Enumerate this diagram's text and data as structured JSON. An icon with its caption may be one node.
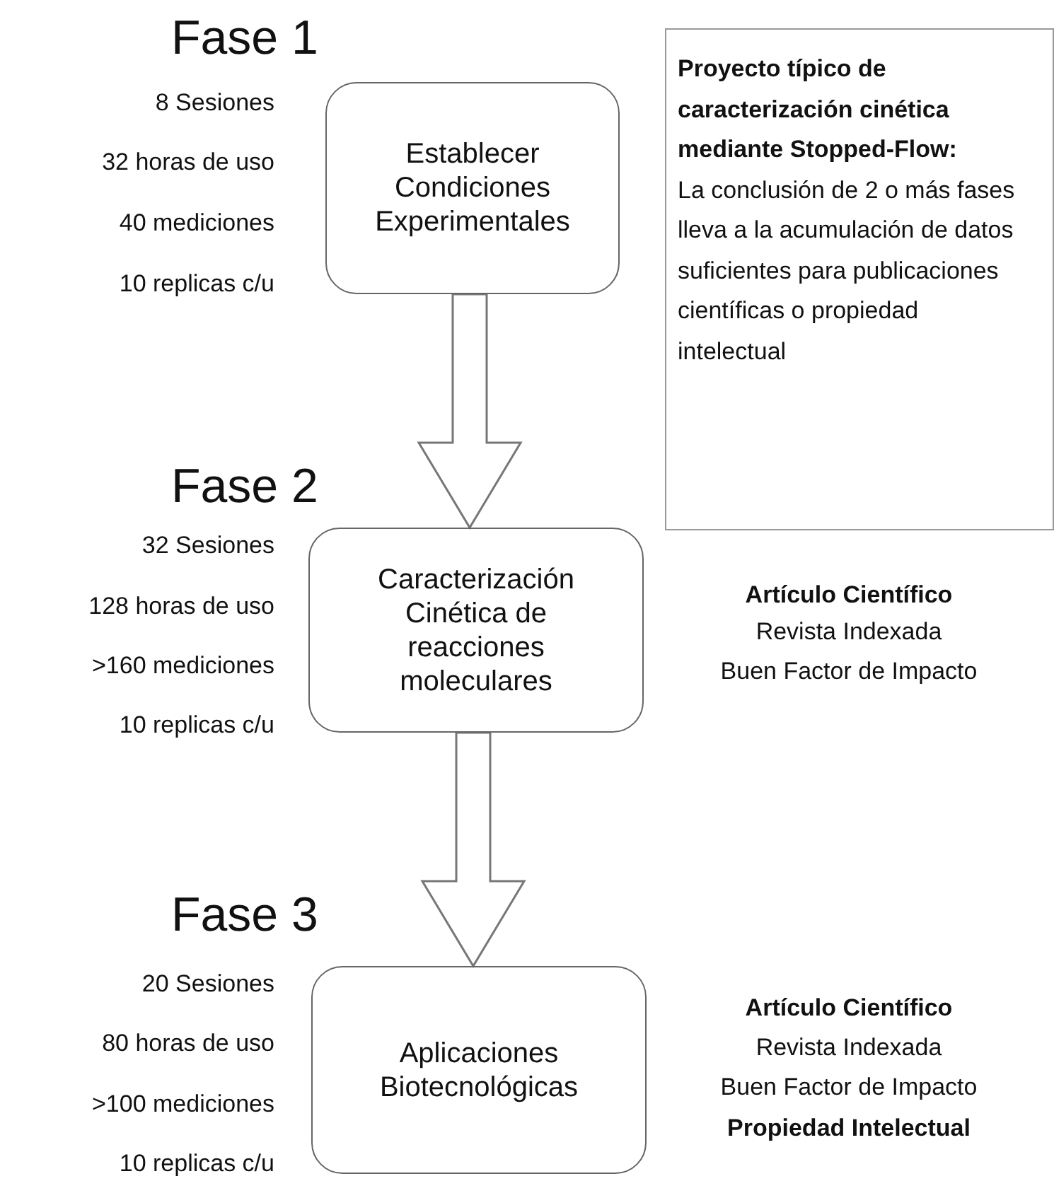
{
  "diagram": {
    "nodes": [
      {
        "text": [
          "Fase 1",
          "Establecer Condiciones Experimentales",
          "8 Sesiones",
          "32 horas de uso",
          "40 mediciones",
          "10 replicas c/u"
        ]
      },
      {
        "text": [
          "Fase 2",
          "Caracterización Cinética de reacciones moleculares",
          "32 Sesiones",
          "128 horas de uso",
          ">160 mediciones",
          "10 replicas c/u"
        ],
        "beside": [
          "**Artículo Científico**",
          "Revista Indexada",
          "Buen Factor de Impacto"
        ]
      },
      {
        "text": [
          "Fase 3",
          "Aplicaciones Biotecnológicas",
          "20 Sesiones",
          "80 horas de uso",
          ">100 mediciones",
          "10 replicas c/u"
        ],
        "beside": [
          "**Artículo Científico**",
          "Revista Indexada",
          "Buen Factor de Impacto",
          "**Propiedad Intelectual**"
        ]
      },
      {
        "text": [
          "Proyecto típico de caracterización cinética mediante Stopped-Flow:",
          "La conclusión de 2 o más fases lleva a la acumulación de datos suficientes para publicaciones científicas o propiedad intelectual"
        ]
      }
    ],
    "edges": [
      {
        "from": 0,
        "to": 1,
        "arrow": "to"
      },
      {
        "from": 1,
        "to": 2,
        "arrow": "to"
      }
    ]
  }
}
